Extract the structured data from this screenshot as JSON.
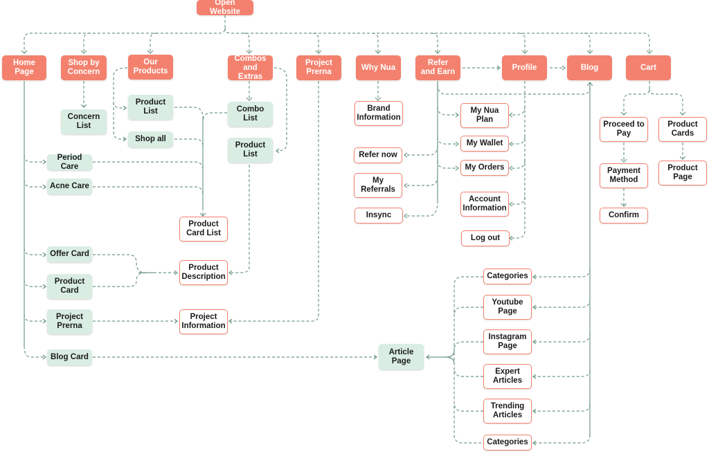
{
  "diagram": {
    "title": "Open Website",
    "colors": {
      "primary_fill": "#f3816e",
      "secondary_fill": "#d9ede3",
      "outline": "#f3816e",
      "connector": "#6e9888"
    },
    "nodes": {
      "open_website": "Open Website",
      "home_page": "Home\nPage",
      "shop_by_concern": "Shop by\nConcern",
      "our_products": "Our\nProducts",
      "combos_extras": "Combos\nand Extras",
      "project_prerna": "Project\nPrerna",
      "why_nua": "Why Nua",
      "refer_earn": "Refer\nand Earn",
      "profile": "Profile",
      "blog": "Blog",
      "cart": "Cart",
      "concern_list": "Concern\nList",
      "product_list_op": "Product\nList",
      "shop_all": "Shop all",
      "combo_list": "Combo\nList",
      "product_list_ce": "Product\nList",
      "period_care": "Period Care",
      "acne_care": "Acne Care",
      "product_card_list": "Product\nCard List",
      "offer_card": "Offer Card",
      "product_card": "Product\nCard",
      "product_description": "Product\nDescription",
      "project_prerna_card": "Project\nPrerna",
      "project_information": "Project\nInformation",
      "blog_card": "Blog Card",
      "article_page": "Article\nPage",
      "brand_information": "Brand\nInformation",
      "refer_now": "Refer now",
      "my_referrals": "My\nReferrals",
      "insync": "Insync",
      "my_nua_plan": "My Nua\nPlan",
      "my_wallet": "My Wallet",
      "my_orders": "My Orders",
      "account_information": "Account\nInformation",
      "log_out": "Log out",
      "proceed_to_pay": "Proceed to\nPay",
      "payment_method": "Payment\nMethod",
      "confirm": "Confirm",
      "product_cards": "Product\nCards",
      "product_page": "Product\nPage",
      "categories_top": "Categories",
      "youtube_page": "Youtube\nPage",
      "instagram_page": "Instagram\nPage",
      "expert_articles": "Expert\nArticles",
      "trending_articles": "Trending\nArticles",
      "categories_bottom": "Categories"
    }
  }
}
